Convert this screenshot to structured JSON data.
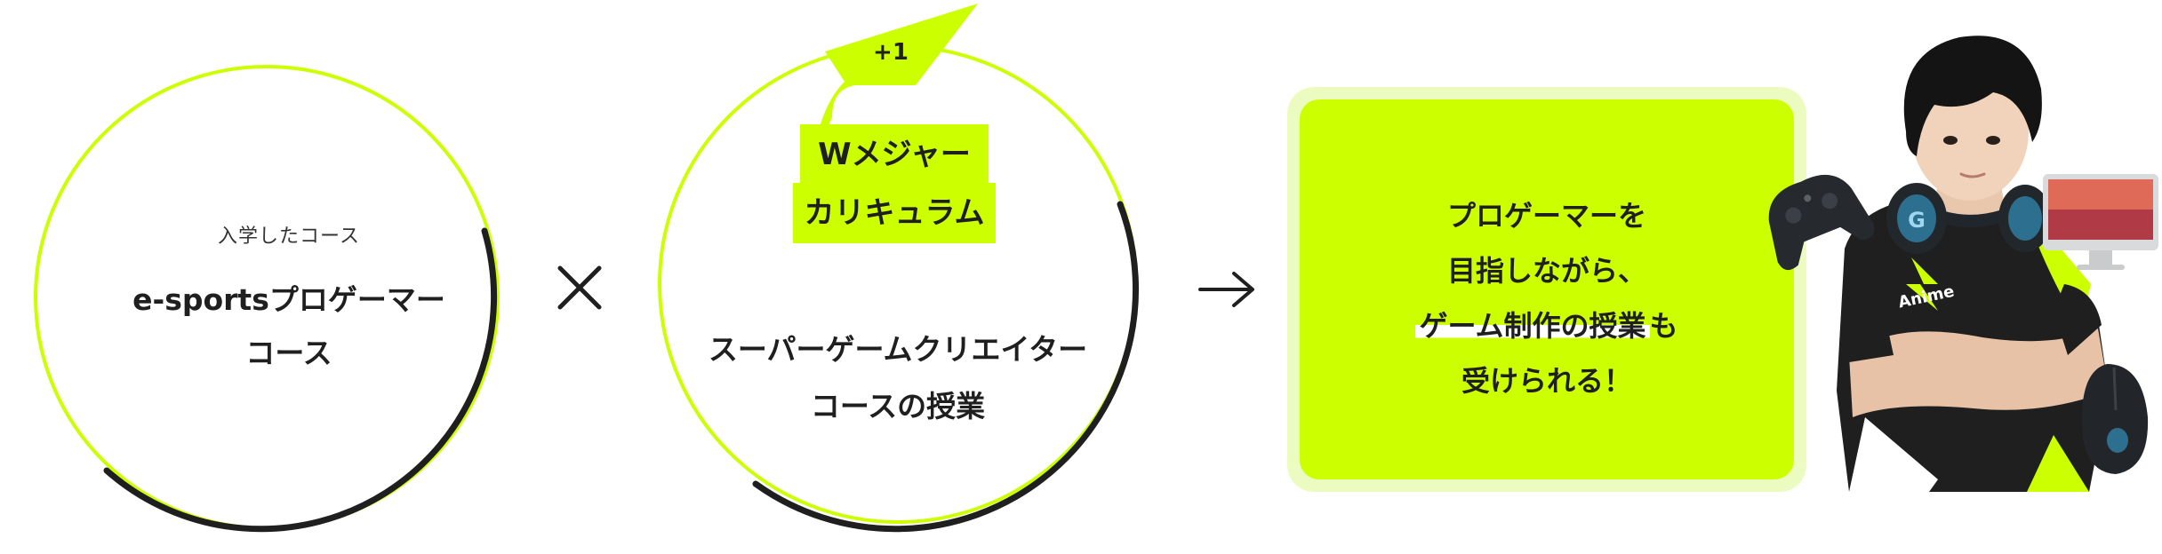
{
  "colors": {
    "accent": "#ccff00",
    "ring_dark": "#1f1f1f",
    "text": "#1f1f1f",
    "panel_border": "#ecfcc0",
    "highlight": "#ffffff"
  },
  "left_circle": {
    "caption": "入学したコース",
    "course_line1": "e-sportsプロゲーマー",
    "course_line2": "コース"
  },
  "operator": {
    "icon": "times-icon"
  },
  "center_circle": {
    "badge": "+1",
    "tag_line1": "Wメジャー",
    "tag_line2": "カリキュラム",
    "course_line1": "スーパーゲームクリエイター",
    "course_line2": "コースの授業"
  },
  "arrow": {
    "icon": "arrow-right-icon"
  },
  "result_panel": {
    "line1": "プロゲーマーを",
    "line2": "目指しながら、",
    "line3_highlight": "ゲーム制作の授業",
    "line3_rest": "も",
    "line4": "受けられる！"
  },
  "illustration": {
    "jersey_logo": "Anime",
    "icons": [
      "game-controller-icon",
      "headphones-icon",
      "desktop-monitor-icon",
      "gaming-mouse-icon"
    ]
  }
}
